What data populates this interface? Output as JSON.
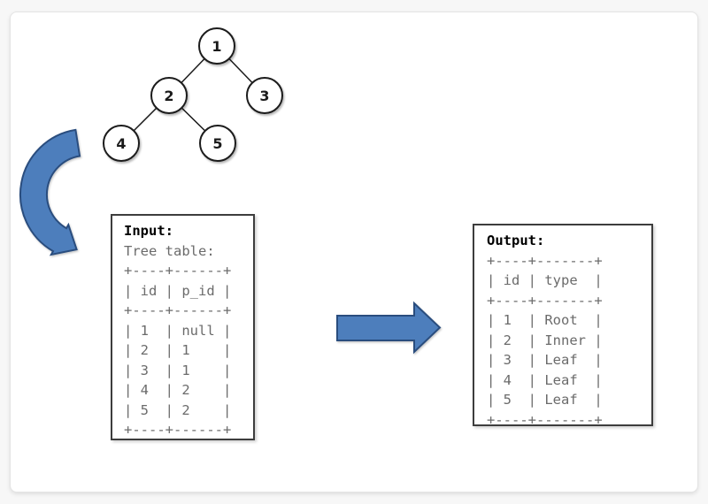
{
  "tree": {
    "nodes": [
      {
        "label": "1"
      },
      {
        "label": "2"
      },
      {
        "label": "3"
      },
      {
        "label": "4"
      },
      {
        "label": "5"
      }
    ],
    "edges": [
      [
        "1",
        "2"
      ],
      [
        "1",
        "3"
      ],
      [
        "2",
        "4"
      ],
      [
        "2",
        "5"
      ]
    ]
  },
  "input_box": {
    "title": "Input:",
    "subtitle": "Tree table:",
    "table": {
      "headers": [
        "id",
        "p_id"
      ],
      "rows": [
        [
          "1",
          "null"
        ],
        [
          "2",
          "1"
        ],
        [
          "3",
          "1"
        ],
        [
          "4",
          "2"
        ],
        [
          "5",
          "2"
        ]
      ]
    },
    "lines": [
      "+----+------+",
      "| id | p_id |",
      "+----+------+",
      "| 1  | null |",
      "| 2  | 1    |",
      "| 3  | 1    |",
      "| 4  | 2    |",
      "| 5  | 2    |",
      "+----+------+"
    ]
  },
  "output_box": {
    "title": "Output:",
    "table": {
      "headers": [
        "id",
        "type"
      ],
      "rows": [
        [
          "1",
          "Root"
        ],
        [
          "2",
          "Inner"
        ],
        [
          "3",
          "Leaf"
        ],
        [
          "4",
          "Leaf"
        ],
        [
          "5",
          "Leaf"
        ]
      ]
    },
    "lines": [
      "+----+-------+",
      "| id | type  |",
      "+----+-------+",
      "| 1  | Root  |",
      "| 2  | Inner |",
      "| 3  | Leaf  |",
      "| 4  | Leaf  |",
      "| 5  | Leaf  |",
      "+----+-------+"
    ]
  },
  "colors": {
    "arrow_fill": "#4d7ebc",
    "arrow_stroke": "#2a4d7e",
    "mono_text": "#6b6b6b",
    "title_text": "#000000",
    "box_border": "#3d3d3d",
    "node_stroke": "#1a1a1a",
    "node_fill": "#ffffff",
    "card_bg": "#ffffff",
    "page_bg": "#f7f7f7"
  }
}
